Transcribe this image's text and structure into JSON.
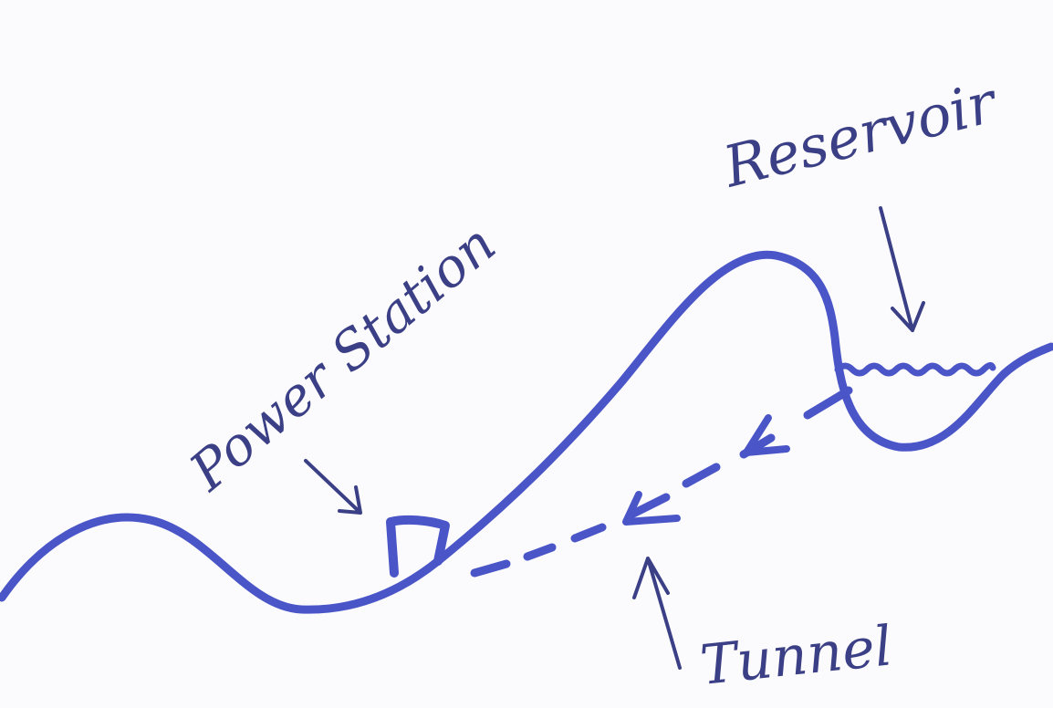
{
  "diagram": {
    "labels": {
      "power_station": "Power Station",
      "reservoir": "Reservoir",
      "tunnel": "Tunnel"
    },
    "colors": {
      "ink_main": "#4a55c8",
      "ink_dark": "#3a3f86",
      "paper": "#fbfbfd"
    }
  }
}
